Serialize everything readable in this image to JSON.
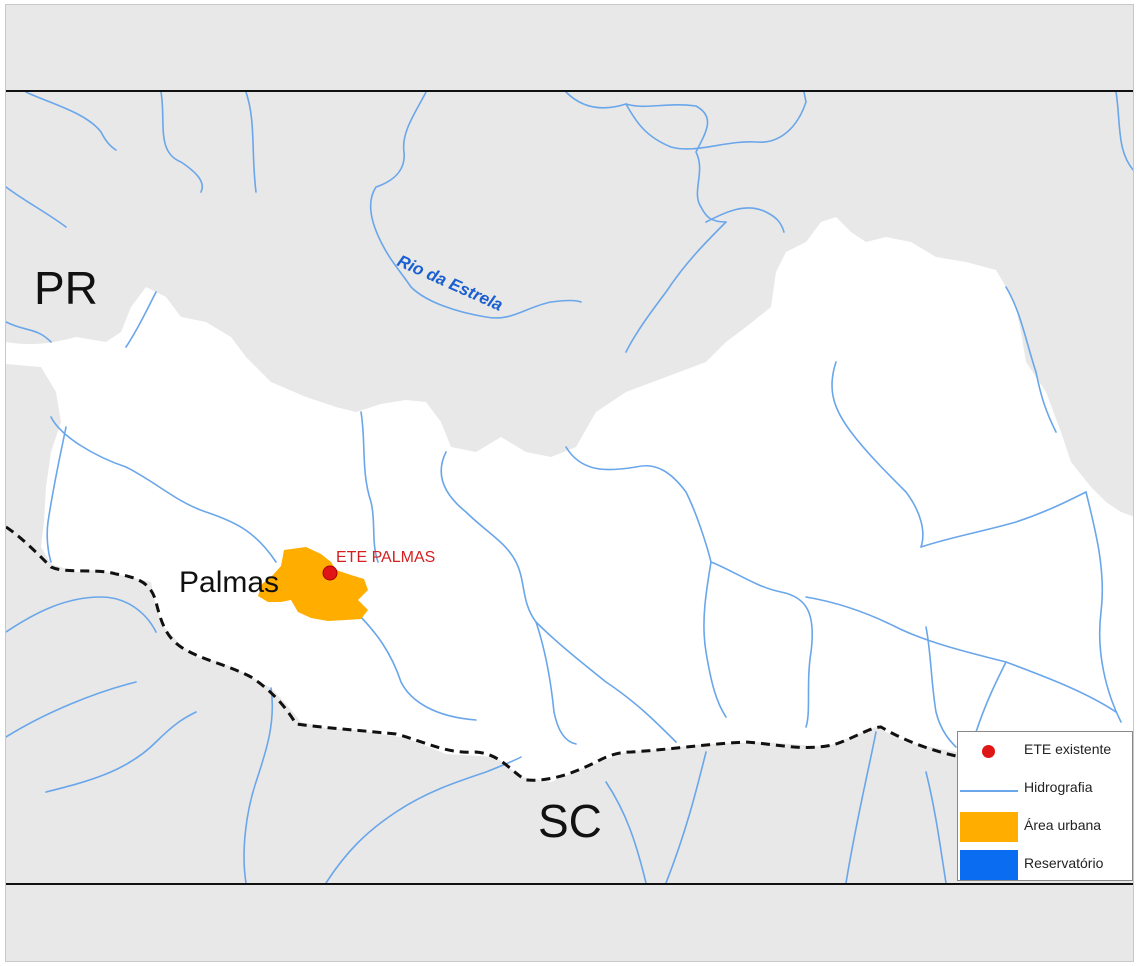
{
  "map": {
    "labels": {
      "state_north": "PR",
      "state_south": "SC",
      "city": "Palmas",
      "facility": "ETE PALMAS",
      "river": "Rio da Estrela"
    },
    "colors": {
      "background": "#e8e8e8",
      "watershed": "#ffffff",
      "river": "#6aa6ea",
      "urban_area": "#ffae00",
      "facility_point": "#e01515",
      "reservoir": "#0a6cf0",
      "state_border": "#111111"
    }
  },
  "legend": {
    "items": [
      {
        "label": "ETE existente",
        "symbol": "red-dot-icon"
      },
      {
        "label": "Hidrografia",
        "symbol": "blue-line-icon"
      },
      {
        "label": "Área urbana",
        "symbol": "orange-fill-icon"
      },
      {
        "label": "Reservatório",
        "symbol": "blue-fill-icon"
      }
    ]
  }
}
